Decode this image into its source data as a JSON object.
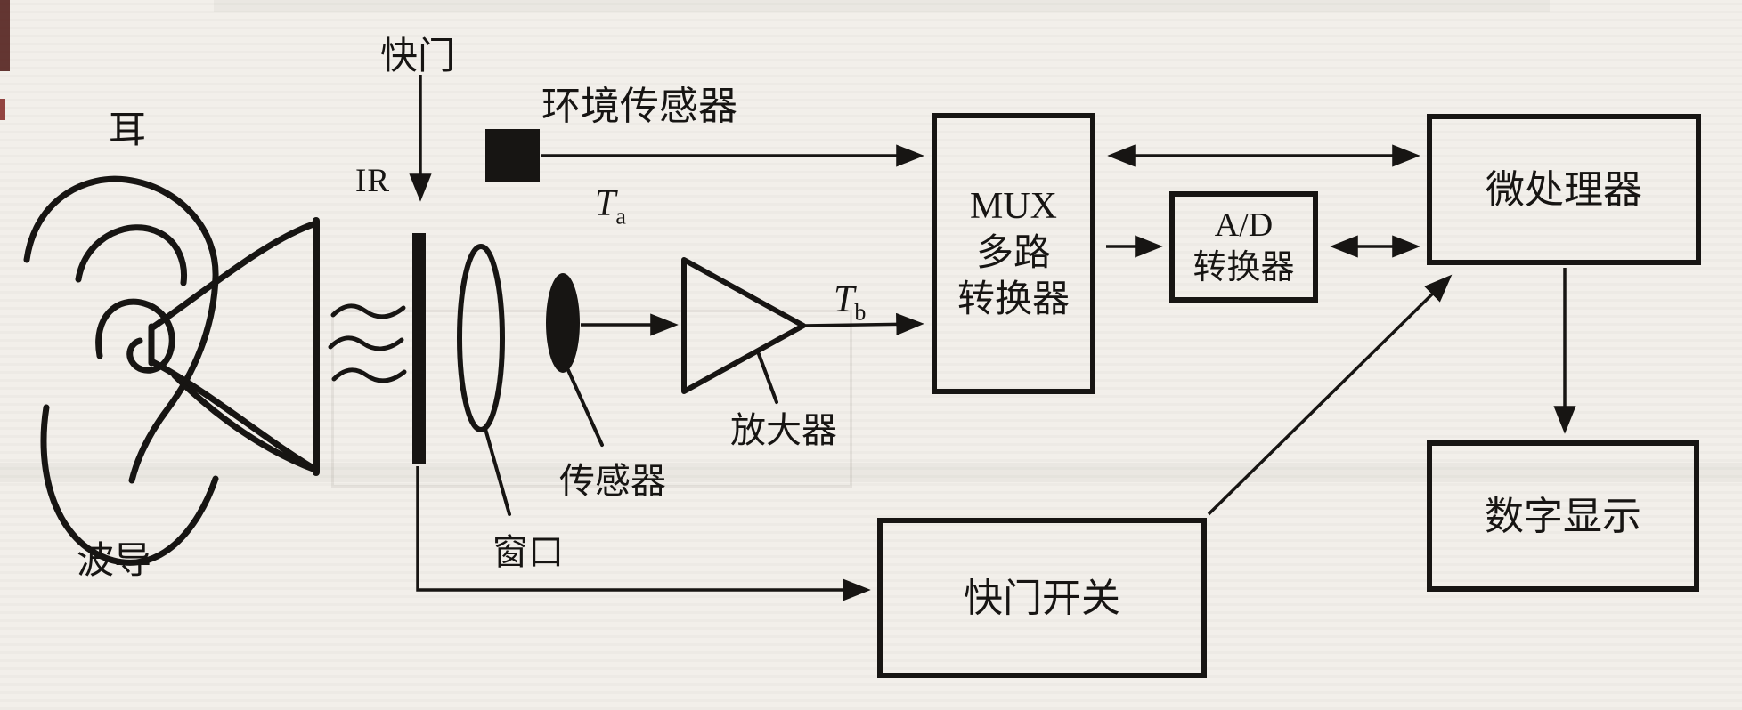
{
  "colors": {
    "paper": "#f2efea",
    "ink": "#171513"
  },
  "labels": {
    "ear": "耳",
    "waveguide": "波导",
    "shutter": "快门",
    "ir": "IR",
    "ambient_sensor": "环境传感器",
    "window": "窗口",
    "sensor": "传感器",
    "amplifier": "放大器",
    "t_symbol": "T",
    "ta_sub": "a",
    "tb_sub": "b"
  },
  "boxes": {
    "mux": {
      "line1": "MUX",
      "line2": "多路",
      "line3": "转换器"
    },
    "adc": {
      "line1": "A/D",
      "line2": "转换器"
    },
    "microprocessor": {
      "label": "微处理器"
    },
    "shutter_switch": {
      "label": "快门开关"
    },
    "digital_display": {
      "label": "数字显示"
    }
  }
}
